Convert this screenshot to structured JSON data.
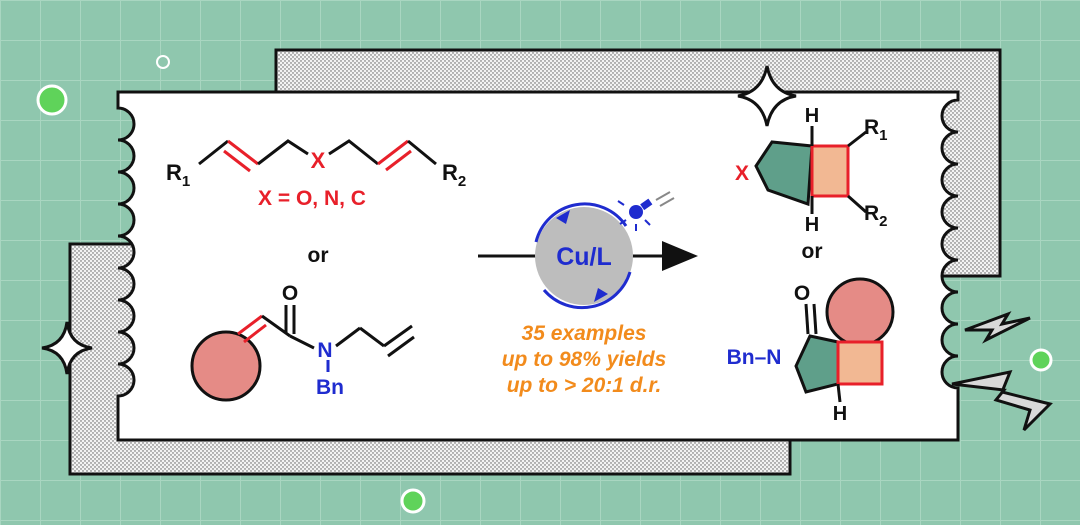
{
  "colors": {
    "background": "#8fc7ae",
    "grid": "#a9d6c1",
    "card": "#ffffff",
    "outline": "#111111",
    "red": "#e8202a",
    "blue": "#1f2ccf",
    "orange": "#f28b1c",
    "salmon": "#e58b86",
    "peach": "#f2b893",
    "teal": "#5f9f8a",
    "gray": "#bdbdbd",
    "green_dot": "#5fd35a"
  },
  "substrate_1": {
    "r1": "R",
    "r1_sub": "1",
    "x": "X",
    "r2": "R",
    "r2_sub": "2",
    "x_definition": "X = O, N, C"
  },
  "or_left": "or",
  "substrate_2": {
    "o": "O",
    "n": "N",
    "dash": "–",
    "bn": "Bn"
  },
  "catalyst": {
    "label": "Cu/L"
  },
  "conditions": {
    "line1": "35 examples",
    "line2": "up to 98% yields",
    "line3": "up to > 20:1 d.r."
  },
  "product_1": {
    "x": "X",
    "h_top": "H",
    "h_bottom": "H",
    "r1": "R",
    "r1_sub": "1",
    "r2": "R",
    "r2_sub": "2"
  },
  "or_right": "or",
  "product_2": {
    "o": "O",
    "bn_n": "Bn–N",
    "h": "H"
  },
  "icons": [
    "light-bulb-icon",
    "sparkle-icon",
    "lightning-bolt-icon"
  ]
}
